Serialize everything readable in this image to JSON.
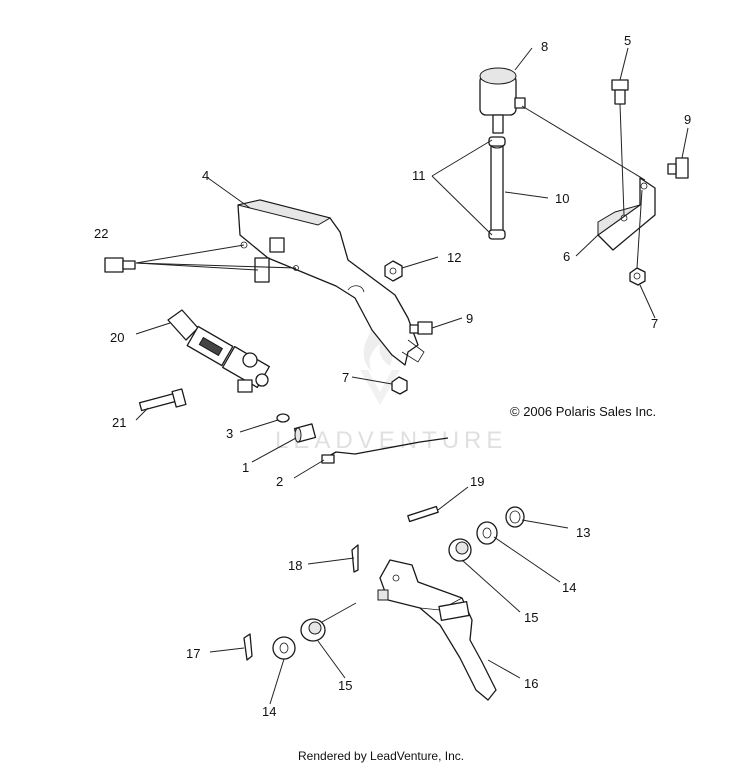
{
  "copyright": "© 2006 Polaris Sales Inc.",
  "footer": "Rendered by LeadVenture, Inc.",
  "watermark": {
    "text": "LEADVENTURE",
    "logo_icon": "leadventure-flame-logo"
  },
  "callouts": {
    "c1": "1",
    "c2": "2",
    "c3": "3",
    "c4": "4",
    "c5": "5",
    "c6": "6",
    "c7a": "7",
    "c7b": "7",
    "c8": "8",
    "c9a": "9",
    "c9b": "9",
    "c10": "10",
    "c11": "11",
    "c12": "12",
    "c13": "13",
    "c14a": "14",
    "c14b": "14",
    "c15a": "15",
    "c15b": "15",
    "c16": "16",
    "c17": "17",
    "c18": "18",
    "c19": "19",
    "c20": "20",
    "c21": "21",
    "c22": "22"
  }
}
